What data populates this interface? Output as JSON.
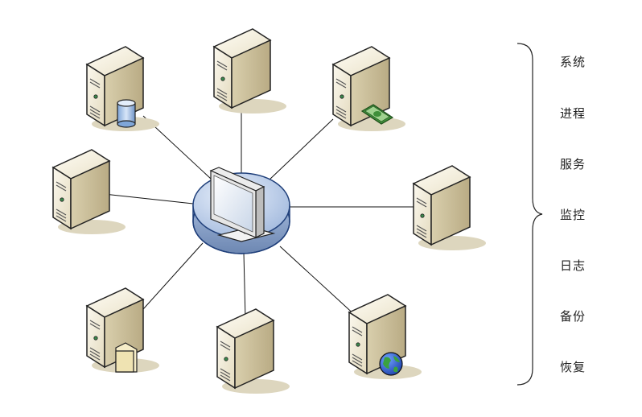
{
  "diagram": {
    "hub": "central-console",
    "servers": [
      {
        "id": "server-database",
        "badge": "database"
      },
      {
        "id": "server-top",
        "badge": "none"
      },
      {
        "id": "server-payment",
        "badge": "money"
      },
      {
        "id": "server-left",
        "badge": "none"
      },
      {
        "id": "server-right",
        "badge": "none"
      },
      {
        "id": "server-folder",
        "badge": "folder"
      },
      {
        "id": "server-bottom",
        "badge": "none"
      },
      {
        "id": "server-web",
        "badge": "globe"
      }
    ]
  },
  "labels": [
    "系统",
    "进程",
    "服务",
    "监控",
    "日志",
    "备份",
    "恢复"
  ],
  "colors": {
    "server_body": "#e8dfc4",
    "server_front": "#f3efe0",
    "server_side": "#cfc3a0",
    "shadow": "#ddd6be",
    "hub_top": "#b8cbe6",
    "hub_side": "#7f9ac2"
  }
}
